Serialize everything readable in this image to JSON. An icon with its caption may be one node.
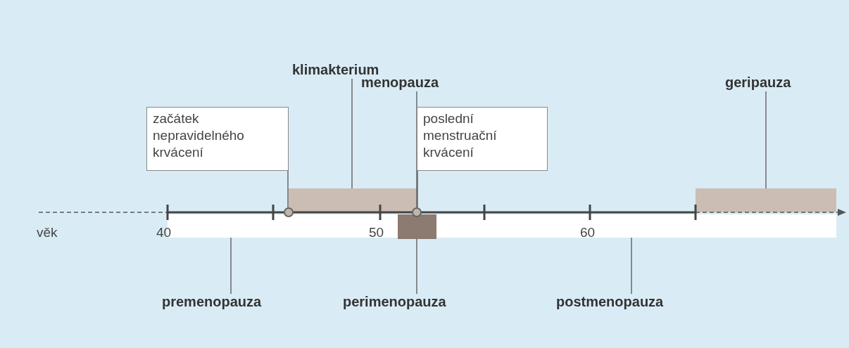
{
  "diagram": {
    "nodes": [
      {
        "text": [
          "klimakterium"
        ]
      },
      {
        "text": [
          "menopauza"
        ]
      },
      {
        "text": [
          "geripauza"
        ]
      },
      {
        "text": [
          "začátek nepravidelného krvácení"
        ]
      },
      {
        "text": [
          "poslední menstruační krvácení"
        ]
      },
      {
        "text": [],
        "shape": "bar"
      },
      {
        "text": [],
        "shape": "bar"
      },
      {
        "text": [],
        "shape": "circle"
      },
      {
        "text": [],
        "shape": "circle"
      },
      {
        "text": [],
        "shape": "box"
      },
      {
        "text": [
          "premenopauza"
        ]
      },
      {
        "text": [
          "perimenopauza"
        ]
      },
      {
        "text": [
          "postmenopauza"
        ]
      },
      {
        "text": [],
        "shape": "bar"
      },
      {
        "text": [],
        "shape": "bar"
      }
    ],
    "edges": [
      {
        "from": 0,
        "to": 5,
        "arrow": "none"
      },
      {
        "from": 1,
        "to": 8,
        "arrow": "none"
      },
      {
        "from": 2,
        "to": 6,
        "arrow": "none"
      },
      {
        "from": 3,
        "to": 7,
        "arrow": "none"
      },
      {
        "from": 4,
        "to": 8,
        "arrow": "none"
      },
      {
        "from": 10,
        "to": 13,
        "arrow": "none"
      },
      {
        "from": 11,
        "to": 9,
        "arrow": "none"
      },
      {
        "from": 12,
        "to": 14,
        "arrow": "none"
      }
    ],
    "labels": [
      "věk",
      "40",
      "50",
      "60"
    ]
  }
}
